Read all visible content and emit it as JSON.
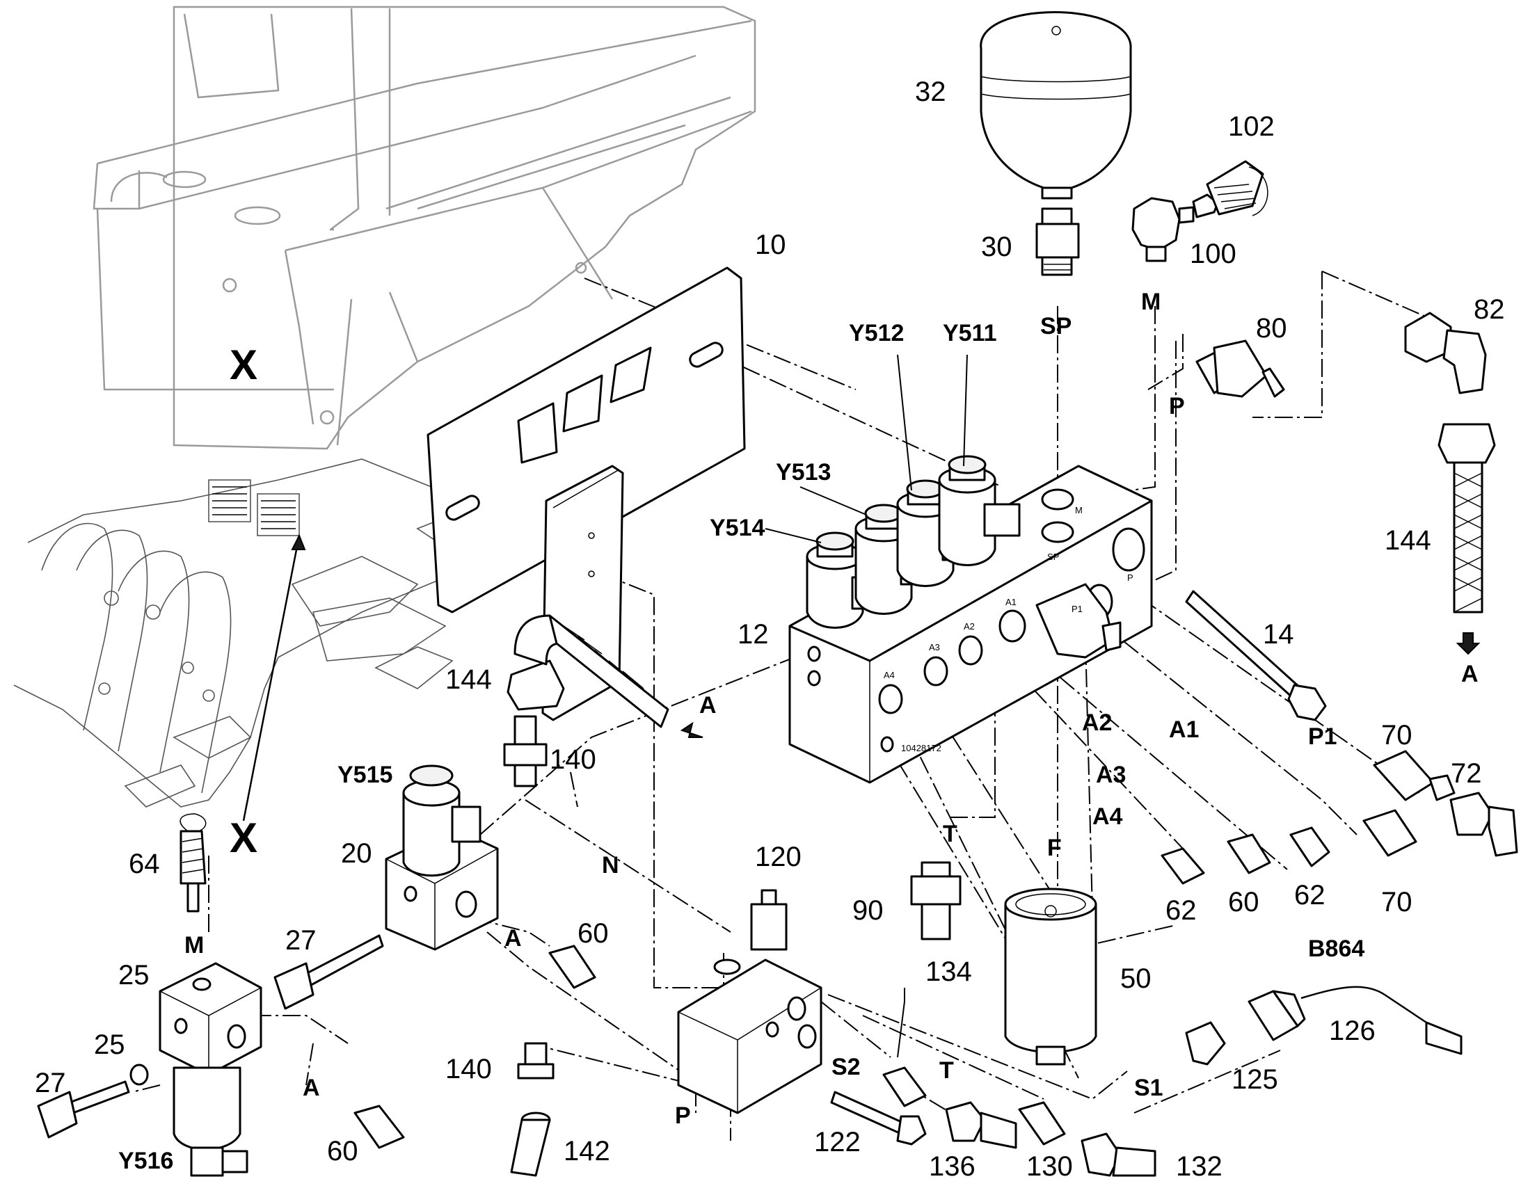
{
  "callouts": {
    "c32": "32",
    "c102": "102",
    "c10": "10",
    "c30": "30",
    "c100": "100",
    "c82": "82",
    "c80": "80",
    "c144a": "144",
    "c12": "12",
    "c14": "14",
    "c144b": "144",
    "c140a": "140",
    "c70a": "70",
    "c72": "72",
    "c20": "20",
    "c120": "120",
    "c90": "90",
    "c62a": "62",
    "c60a": "60",
    "c62b": "62",
    "c70b": "70",
    "c64": "64",
    "c27a": "27",
    "c60b": "60",
    "c134": "134",
    "c50": "50",
    "c126": "126",
    "c25a": "25",
    "c25b": "25",
    "c27b": "27",
    "c140b": "140",
    "c122": "122",
    "c136": "136",
    "c130": "130",
    "c132": "132",
    "c125": "125",
    "c60c": "60",
    "c142": "142"
  },
  "components": {
    "y511": "Y511",
    "y512": "Y512",
    "y513": "Y513",
    "y514": "Y514",
    "y515": "Y515",
    "y516": "Y516",
    "b864": "B864"
  },
  "port_letters": {
    "sp": "SP",
    "m_top": "M",
    "p_top": "P",
    "a_right": "A",
    "a_hose": "A",
    "a2": "A2",
    "a1": "A1",
    "p1": "P1",
    "a3": "A3",
    "a4": "A4",
    "t_top": "T",
    "f": "F",
    "n": "N",
    "m_left": "M",
    "a_valve20": "A",
    "a_valve25": "A",
    "s2": "S2",
    "t_bottom": "T",
    "s1": "S1",
    "p_bottom": "P"
  },
  "block_marks": {
    "m": "M",
    "sp": "SP",
    "p": "P",
    "p1": "P1",
    "a1": "A1",
    "a2": "A2",
    "a3": "A3",
    "a4": "A4",
    "serial": "10428172"
  },
  "detail_marker": "X",
  "colors": {
    "ink": "#000000",
    "ghost": "#9a9a9a"
  }
}
